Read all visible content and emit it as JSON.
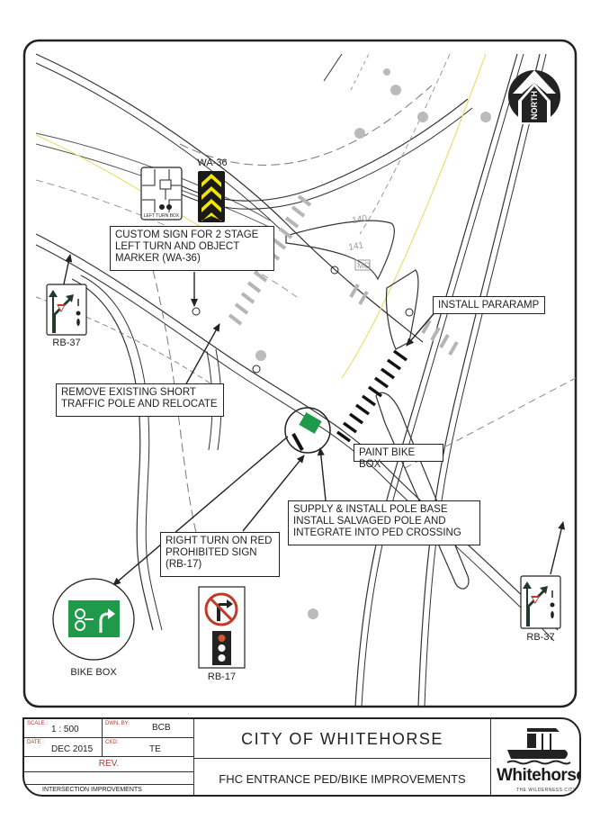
{
  "drawing": {
    "north_arrow_label": "NORTH",
    "station_labels": [
      "140",
      "141"
    ],
    "mo_label": "MO",
    "callouts": {
      "custom_sign": "CUSTOM SIGN FOR 2 STAGE\nLEFT TURN AND OBJECT\nMARKER (WA-36)",
      "install_pararamp": "INSTALL PARARAMP",
      "remove_pole": "REMOVE EXISTING SHORT\nTRAFFIC POLE AND RELOCATE",
      "paint_bike_box": "PAINT BIKE BOX",
      "supply_install": "SUPPLY & INSTALL POLE BASE\nINSTALL SALVAGED POLE AND\nINTEGRATE INTO PED CROSSING",
      "right_turn_red": "RIGHT TURN ON RED\nPROHIBITED SIGN\n(RB-17)"
    },
    "signs": {
      "wa36_label": "WA-36",
      "left_turn_box_caption": "LEFT TURN BOX",
      "rb37_left_label": "RB-37",
      "rb37_right_label": "RB-37",
      "rb17_label": "RB-17",
      "bike_box_label": "BIKE BOX"
    },
    "colors": {
      "sign_green": "#1e9a4a",
      "chevron_yellow": "#f2e600",
      "yield_red": "#c0392b",
      "road_yellow_line": "#e8e070",
      "crosswalk_gray": "#b5b5b5",
      "frame": "#222222"
    }
  },
  "title_block": {
    "scale_label": "SCALE :",
    "scale_value": "1 : 500",
    "drawn_by_label": "DWN. BY:",
    "drawn_by_value": "BCB",
    "date_label": "DATE :",
    "date_value": "DEC 2015",
    "checked_label": "CKD:",
    "checked_value": "TE",
    "rev_label": "REV.",
    "section_label": "INTERSECTION IMPROVEMENTS",
    "city": "CITY  OF  WHITEHORSE",
    "project": "FHC ENTRANCE PED/BIKE IMPROVEMENTS",
    "logo_word": "Whitehorse",
    "logo_tagline": "THE WILDERNESS CITY"
  }
}
